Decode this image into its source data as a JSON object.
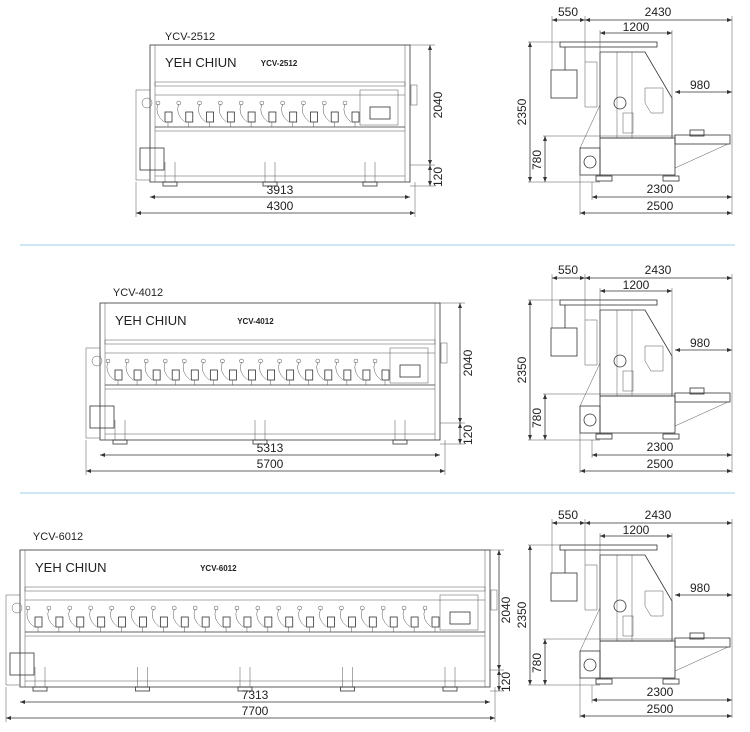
{
  "rows": [
    {
      "model": "YCV-2512",
      "brand": "YEH CHIUN",
      "brand_model": "YCV-2512",
      "inner_width": "3913",
      "overall_width": "4300",
      "height": "2040",
      "base_height": "120",
      "heads": 10
    },
    {
      "model": "YCV-4012",
      "brand": "YEH CHIUN",
      "brand_model": "YCV-4012",
      "inner_width": "5313",
      "overall_width": "5700",
      "height": "2040",
      "base_height": "120",
      "heads": 15
    },
    {
      "model": "YCV-6012",
      "brand": "YEH CHIUN",
      "brand_model": "YCV-6012",
      "inner_width": "7313",
      "overall_width": "7700",
      "height": "2040",
      "base_height": "120",
      "heads": 20
    }
  ],
  "side_view": {
    "top_offset": "550",
    "top_depth": "2430",
    "head_width": "1200",
    "table_length": "980",
    "total_height": "2350",
    "table_height": "780",
    "base_depth": "2300",
    "overall_depth": "2500"
  },
  "colors": {
    "separator": "#9fd3ea",
    "line": "#333333"
  }
}
